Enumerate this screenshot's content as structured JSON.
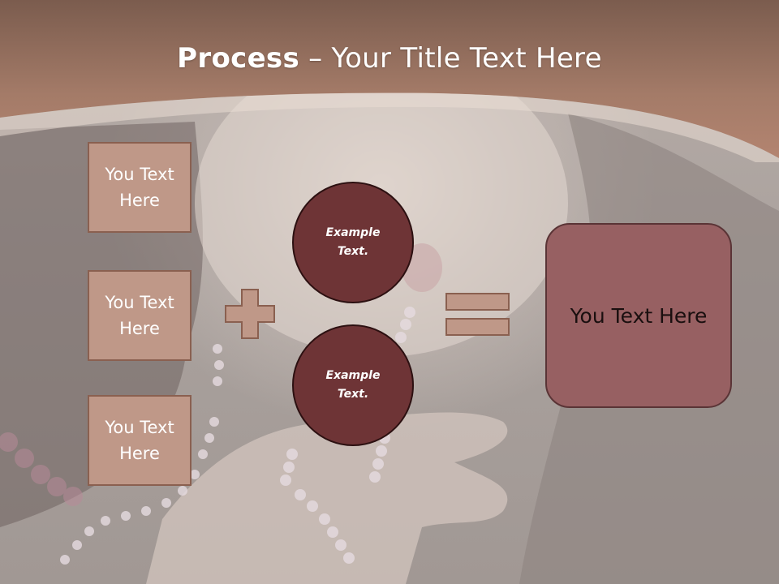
{
  "slide": {
    "title_bold": "Process",
    "title_rest": "– Your Title Text Here",
    "boxes": [
      {
        "label": "You Text Here"
      },
      {
        "label": "You Text Here"
      },
      {
        "label": "You Text Here"
      }
    ],
    "circles": [
      {
        "label": "Example Text."
      },
      {
        "label": "Example Text."
      }
    ],
    "result_label": "You Text Here",
    "plus_icon": "plus-icon",
    "equals_icon": "equals-icon",
    "colors": {
      "header": "#a47b68",
      "box_fill": "#bf9888",
      "circle_fill": "#6e3436",
      "result_fill": "#976062"
    }
  }
}
